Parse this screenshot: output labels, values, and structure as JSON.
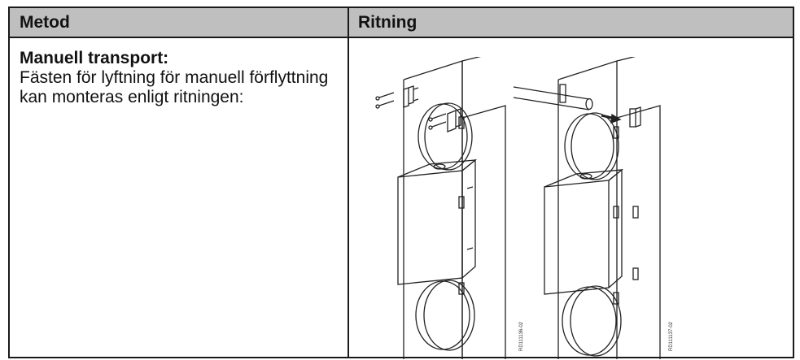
{
  "table": {
    "headers": [
      "Metod",
      "Ritning"
    ],
    "row": {
      "method_title": "Manuell transport:",
      "method_text": "Fästen för lyftning för manuell förflyttning kan monteras enligt ritningen:",
      "drawing_ids": [
        "RD111136-02",
        "RD111137-02"
      ]
    }
  }
}
